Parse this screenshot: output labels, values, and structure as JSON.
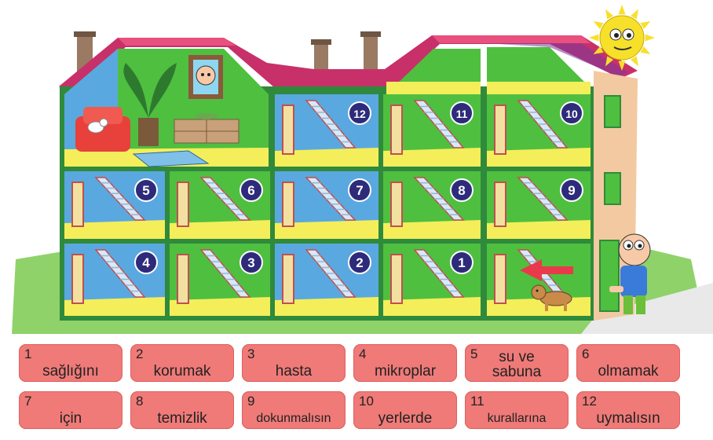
{
  "rooms": [
    {
      "number": "1"
    },
    {
      "number": "2"
    },
    {
      "number": "3"
    },
    {
      "number": "4"
    },
    {
      "number": "5"
    },
    {
      "number": "6"
    },
    {
      "number": "7"
    },
    {
      "number": "8"
    },
    {
      "number": "9"
    },
    {
      "number": "10"
    },
    {
      "number": "11"
    },
    {
      "number": "12"
    }
  ],
  "cards": [
    {
      "number": "1",
      "word": "sağlığını"
    },
    {
      "number": "2",
      "word": "korumak"
    },
    {
      "number": "3",
      "word": "hasta"
    },
    {
      "number": "4",
      "word": "mikroplar"
    },
    {
      "number": "5",
      "word_line1": "su ve",
      "word_line2": "sabuna"
    },
    {
      "number": "6",
      "word": "olmamak"
    },
    {
      "number": "7",
      "word": "için"
    },
    {
      "number": "8",
      "word": "temizlik"
    },
    {
      "number": "9",
      "word": "dokunmalısın"
    },
    {
      "number": "10",
      "word": "yerlerde"
    },
    {
      "number": "11",
      "word": "kurallarına"
    },
    {
      "number": "12",
      "word": "uymalısın"
    }
  ],
  "colors": {
    "card": "#ef7a78",
    "wall_green": "#4fbf3f",
    "wall_blue": "#5aa8e0",
    "floor": "#f4ee5a",
    "badge": "#2d2b7a",
    "roof": "#c8306a",
    "arrow": "#e83a4a"
  },
  "icons": [
    "sun-icon",
    "boy-character-icon",
    "dog-icon",
    "cat-icon",
    "arrow-left-icon"
  ]
}
